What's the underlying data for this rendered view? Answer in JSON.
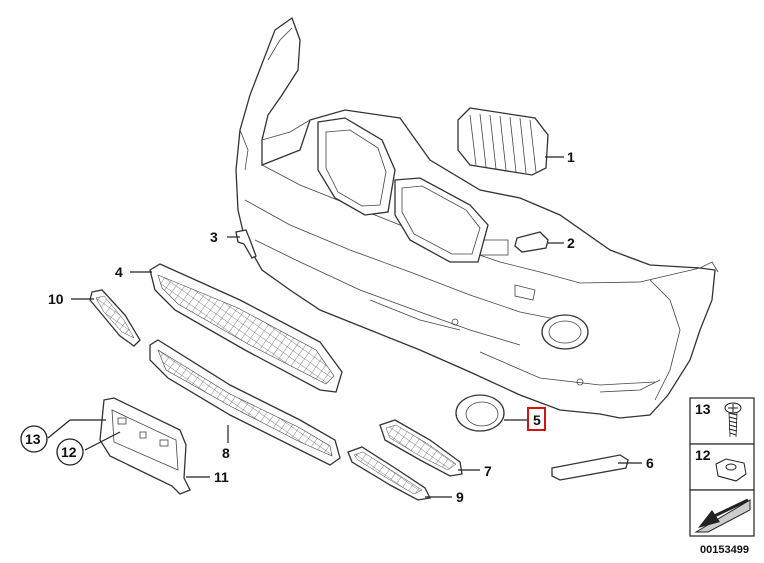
{
  "diagram": {
    "callouts": [
      {
        "id": "c1",
        "label": "1"
      },
      {
        "id": "c2",
        "label": "2"
      },
      {
        "id": "c3",
        "label": "3"
      },
      {
        "id": "c4",
        "label": "4"
      },
      {
        "id": "c5",
        "label": "5",
        "highlighted": true
      },
      {
        "id": "c6",
        "label": "6"
      },
      {
        "id": "c7",
        "label": "7"
      },
      {
        "id": "c8",
        "label": "8"
      },
      {
        "id": "c9",
        "label": "9"
      },
      {
        "id": "c10",
        "label": "10"
      },
      {
        "id": "c11",
        "label": "11"
      },
      {
        "id": "c12",
        "label": "12"
      },
      {
        "id": "c13",
        "label": "13"
      }
    ],
    "legend": [
      {
        "label": "13",
        "icon": "screw-icon"
      },
      {
        "label": "12",
        "icon": "nut-icon"
      }
    ],
    "diagram_number": "00153499",
    "highlight_color": "#d41414"
  }
}
